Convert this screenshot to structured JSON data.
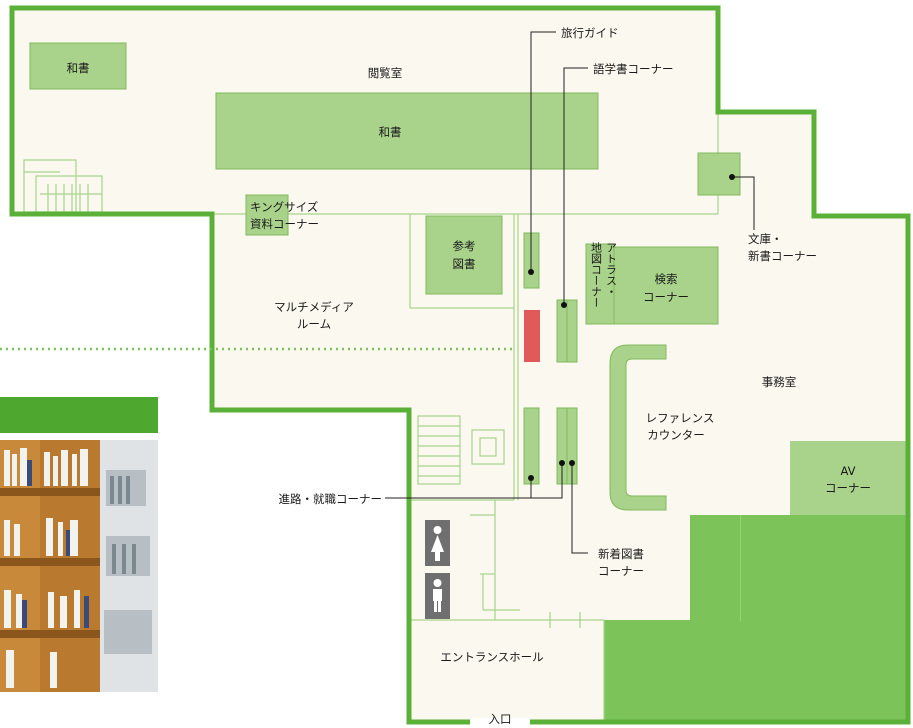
{
  "colors": {
    "wall": "#5bb038",
    "floor": "#fbf8f0",
    "shelf": "#a9d28a",
    "accent_dark": "#7cc35a",
    "service_counter": "#e05a5a",
    "photo_strip": "#4ea72e"
  },
  "rooms": {
    "reading_room": "閲覧室",
    "office": "事務室",
    "multimedia": [
      "マルチメディア",
      "ルーム"
    ],
    "entrance_hall": "エントランスホール",
    "reference_counter": [
      "レファレンス",
      "カウンター"
    ],
    "entrance": "入口"
  },
  "areas": {
    "washo_small": "和書",
    "washo_large": "和書",
    "king_size": [
      "キングサイズ",
      "資料コーナー"
    ],
    "reference_books": [
      "参考",
      "図書"
    ],
    "atlas": [
      "アトラス・",
      "地図コーナー"
    ],
    "search": [
      "検索",
      "コーナー"
    ],
    "av": [
      "AV",
      "コーナー"
    ]
  },
  "callouts": {
    "travel_guide": "旅行ガイド",
    "language": "語学書コーナー",
    "bunko": [
      "文庫・",
      "新書コーナー"
    ],
    "career": "進路・就職コーナー",
    "new_books": [
      "新着図書",
      "コーナー"
    ]
  },
  "icons": {
    "restroom_women": "woman-restroom-icon",
    "restroom_men": "man-restroom-icon"
  }
}
